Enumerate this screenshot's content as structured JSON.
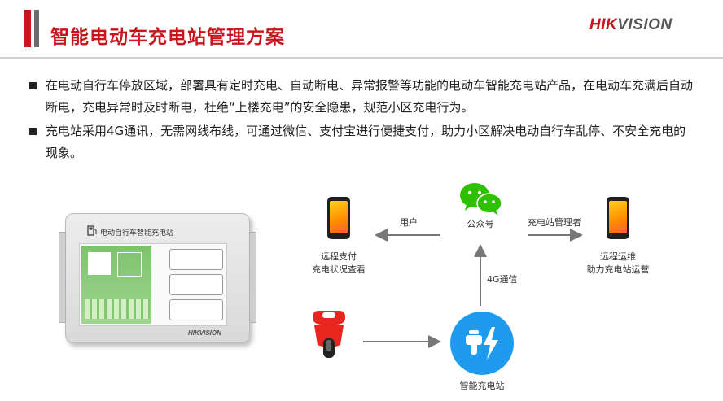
{
  "header": {
    "title": "智能电动车充电站管理方案",
    "logo_text_a": "HIK",
    "logo_text_b": "VISION"
  },
  "bullets": [
    "在电动自行车停放区域，部署具有定时充电、自动断电、异常报警等功能的电动车智能充电站产品，在电动车充满后自动断电，充电异常时及时断电，杜绝“上楼充电”的安全隐患，规范小区充电行为。",
    "充电站采用4G通讯，无需网线布线，可通过微信、支付宝进行便捷支付，助力小区解决电动自行车乱停、不安全充电的现象。"
  ],
  "device": {
    "title": "电动自行车智能充电站",
    "brand": "HIKVISION"
  },
  "diagram": {
    "user_phone_label_1": "远程支付",
    "user_phone_label_2": "充电状况查看",
    "wechat_label": "公众号",
    "admin_phone_label_1": "远程运维",
    "admin_phone_label_2": "助力充电站运营",
    "arrow_user_label": "用户",
    "arrow_admin_label": "充电站管理者",
    "arrow_4g_label": "4G通信",
    "station_label": "智能充电站"
  },
  "colors": {
    "brand_red": "#c8161e",
    "wechat_green": "#2dc100",
    "station_blue": "#1e9bef",
    "scooter_red": "#e8251f"
  },
  "icons": {
    "wechat": "wechat-icon",
    "phone": "smartphone-icon",
    "scooter": "scooter-icon",
    "station": "charging-station-icon"
  }
}
